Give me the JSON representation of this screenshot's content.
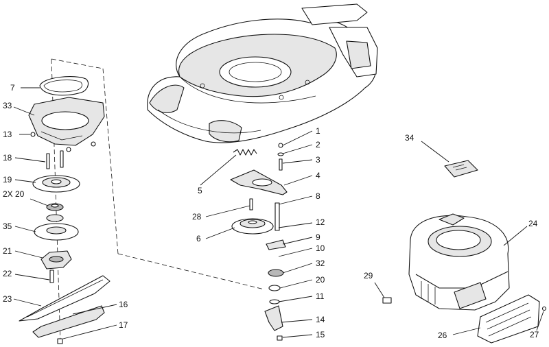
{
  "diagram": {
    "callouts": [
      {
        "id": "c7",
        "label": "7"
      },
      {
        "id": "c33",
        "label": "33"
      },
      {
        "id": "c13",
        "label": "13"
      },
      {
        "id": "c18",
        "label": "18"
      },
      {
        "id": "c19",
        "label": "19"
      },
      {
        "id": "c2x20",
        "label": "2X 20"
      },
      {
        "id": "c35",
        "label": "35"
      },
      {
        "id": "c21",
        "label": "21"
      },
      {
        "id": "c22",
        "label": "22"
      },
      {
        "id": "c23",
        "label": "23"
      },
      {
        "id": "c16",
        "label": "16"
      },
      {
        "id": "c17",
        "label": "17"
      },
      {
        "id": "c1",
        "label": "1"
      },
      {
        "id": "c2",
        "label": "2"
      },
      {
        "id": "c3",
        "label": "3"
      },
      {
        "id": "c4",
        "label": "4"
      },
      {
        "id": "c5",
        "label": "5"
      },
      {
        "id": "c8",
        "label": "8"
      },
      {
        "id": "c28",
        "label": "28"
      },
      {
        "id": "c12",
        "label": "12"
      },
      {
        "id": "c6",
        "label": "6"
      },
      {
        "id": "c9",
        "label": "9"
      },
      {
        "id": "c10",
        "label": "10"
      },
      {
        "id": "c32",
        "label": "32"
      },
      {
        "id": "c20",
        "label": "20"
      },
      {
        "id": "c11",
        "label": "11"
      },
      {
        "id": "c14",
        "label": "14"
      },
      {
        "id": "c15",
        "label": "15"
      },
      {
        "id": "c34",
        "label": "34"
      },
      {
        "id": "c24",
        "label": "24"
      },
      {
        "id": "c29",
        "label": "29"
      },
      {
        "id": "c26",
        "label": "26"
      },
      {
        "id": "c27",
        "label": "27"
      }
    ]
  }
}
